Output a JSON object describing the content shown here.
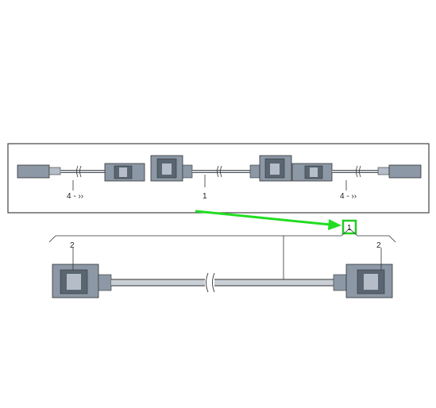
{
  "colors": {
    "connector_body": "#8c98a6",
    "connector_dark": "#5a6572",
    "connector_light": "#b5bec8",
    "cable": "#c9cfd5",
    "line": "#333333",
    "panel_border": "#444444",
    "highlight": "#22cc22",
    "arrow": "#22dd22"
  },
  "overview": {
    "label_left": "4 - ››",
    "label_center": "1",
    "label_right": "4 - ››"
  },
  "highlight_callout": "1",
  "detail": {
    "label_left": "2",
    "label_right": "2"
  },
  "icons": {
    "arrow": "arrow-pointer-icon"
  }
}
